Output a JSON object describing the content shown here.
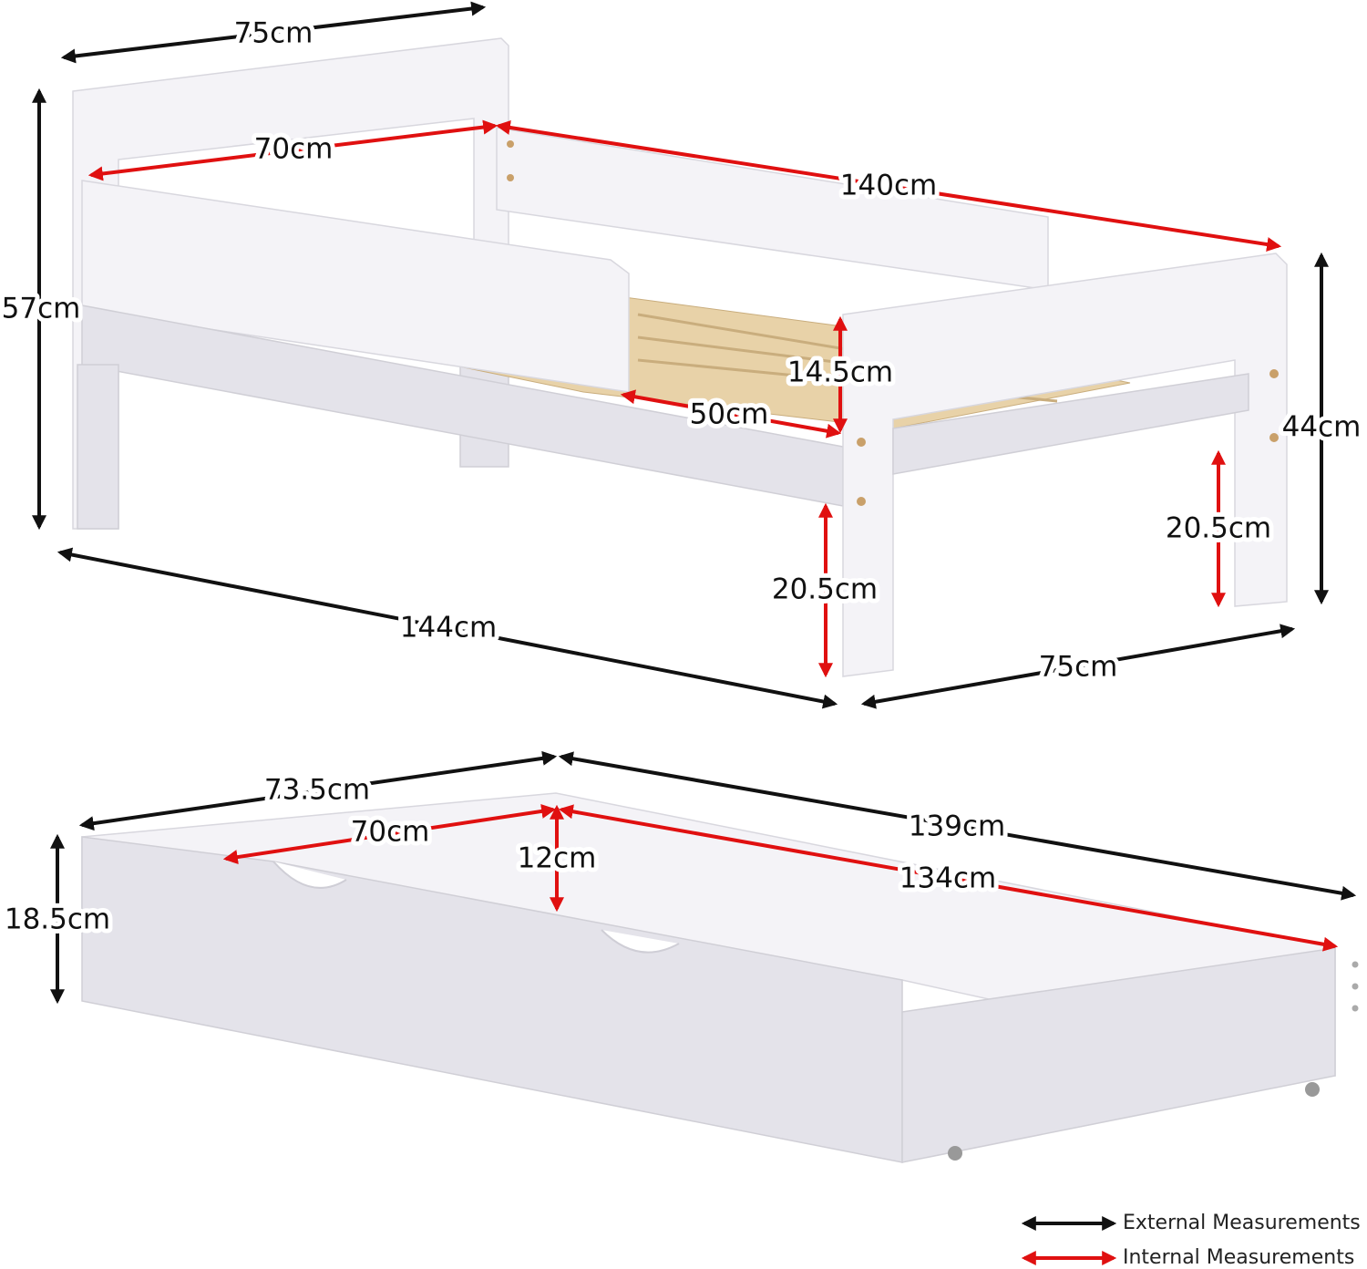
{
  "bed": {
    "headboard_width": "75cm",
    "total_height": "57cm",
    "internal_width": "70cm",
    "internal_length": "140cm",
    "footboard_height": "44cm",
    "rail_height": "14.5cm",
    "rail_gap": "50cm",
    "under_clearance_front": "20.5cm",
    "under_clearance_back": "20.5cm",
    "total_length": "144cm",
    "footboard_width": "75cm"
  },
  "drawer": {
    "external_width": "73.5cm",
    "external_length": "139cm",
    "internal_width": "70cm",
    "internal_length": "134cm",
    "internal_depth": "12cm",
    "external_height": "18.5cm"
  },
  "legend": {
    "external": "External Measurements",
    "internal": "Internal Measurements"
  },
  "colors": {
    "external": "#111111",
    "internal": "#e01010"
  }
}
